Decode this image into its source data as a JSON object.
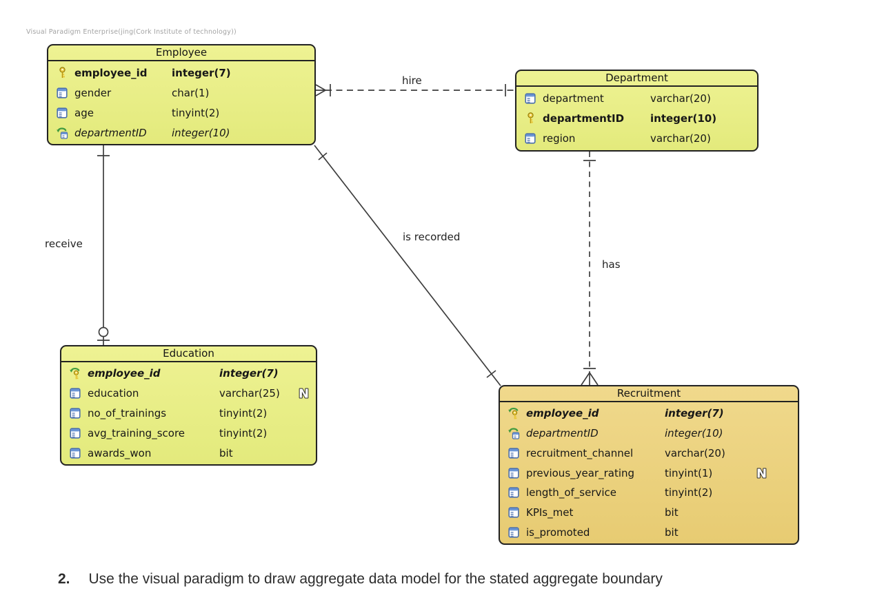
{
  "watermark": "Visual Paradigm Enterprise(jing(Cork Institute of technology))",
  "caption": {
    "number": "2.",
    "text": "Use the visual paradigm to draw aggregate data model for the stated aggregate boundary"
  },
  "colors": {
    "entity_fill_green_top": "#eef293",
    "entity_fill_green_bottom": "#e3ea7c",
    "entity_fill_tan_top": "#f0d98c",
    "entity_fill_tan_bottom": "#e7cb72",
    "entity_border": "#222222",
    "connector_line": "#3d3d3d",
    "key_gold": "#e8c83c",
    "fk_arrow_green": "#3f9b3f",
    "column_icon_blue": "#4a6fae"
  },
  "nullable_badge": "N",
  "entities": [
    {
      "name": "Employee",
      "fill": "green",
      "columns": [
        {
          "name": "employee_id",
          "type": "integer(7)",
          "icon": "primary-key",
          "style": "pk"
        },
        {
          "name": "gender",
          "type": "char(1)",
          "icon": "column",
          "style": "plain"
        },
        {
          "name": "age",
          "type": "tinyint(2)",
          "icon": "column",
          "style": "plain"
        },
        {
          "name": "departmentID",
          "type": "integer(10)",
          "icon": "foreign-key",
          "style": "fk"
        }
      ]
    },
    {
      "name": "Department",
      "fill": "green",
      "columns": [
        {
          "name": "department",
          "type": "varchar(20)",
          "icon": "column",
          "style": "plain"
        },
        {
          "name": "departmentID",
          "type": "integer(10)",
          "icon": "primary-key",
          "style": "pk"
        },
        {
          "name": "region",
          "type": "varchar(20)",
          "icon": "column",
          "style": "plain"
        }
      ]
    },
    {
      "name": "Education",
      "fill": "green",
      "columns": [
        {
          "name": "employee_id",
          "type": "integer(7)",
          "icon": "primary-foreign-key",
          "style": "pkfk"
        },
        {
          "name": "education",
          "type": "varchar(25)",
          "icon": "column",
          "style": "plain",
          "nullable": true
        },
        {
          "name": "no_of_trainings",
          "type": "tinyint(2)",
          "icon": "column",
          "style": "plain"
        },
        {
          "name": "avg_training_score",
          "type": "tinyint(2)",
          "icon": "column",
          "style": "plain"
        },
        {
          "name": "awards_won",
          "type": "bit",
          "icon": "column",
          "style": "plain"
        }
      ]
    },
    {
      "name": "Recruitment",
      "fill": "tan",
      "columns": [
        {
          "name": "employee_id",
          "type": "integer(7)",
          "icon": "primary-foreign-key",
          "style": "pkfk"
        },
        {
          "name": "departmentID",
          "type": "integer(10)",
          "icon": "foreign-key",
          "style": "fk"
        },
        {
          "name": "recruitment_channel",
          "type": "varchar(20)",
          "icon": "column",
          "style": "plain"
        },
        {
          "name": "previous_year_rating",
          "type": "tinyint(1)",
          "icon": "column",
          "style": "plain",
          "nullable": true
        },
        {
          "name": "length_of_service",
          "type": "tinyint(2)",
          "icon": "column",
          "style": "plain"
        },
        {
          "name": "KPIs_met",
          "type": "bit",
          "icon": "column",
          "style": "plain"
        },
        {
          "name": "is_promoted",
          "type": "bit",
          "icon": "column",
          "style": "plain"
        }
      ]
    }
  ],
  "relationships": [
    {
      "label": "hire",
      "from": "Employee",
      "to": "Department",
      "line": "dashed",
      "from_cardinality": "many",
      "to_cardinality": "one"
    },
    {
      "label": "receive",
      "from": "Employee",
      "to": "Education",
      "line": "solid",
      "from_cardinality": "one",
      "to_cardinality": "zero-or-one"
    },
    {
      "label": "is recorded",
      "from": "Employee",
      "to": "Recruitment",
      "line": "solid",
      "from_cardinality": "one",
      "to_cardinality": "one"
    },
    {
      "label": "has",
      "from": "Department",
      "to": "Recruitment",
      "line": "dashed",
      "from_cardinality": "one",
      "to_cardinality": "many"
    }
  ]
}
